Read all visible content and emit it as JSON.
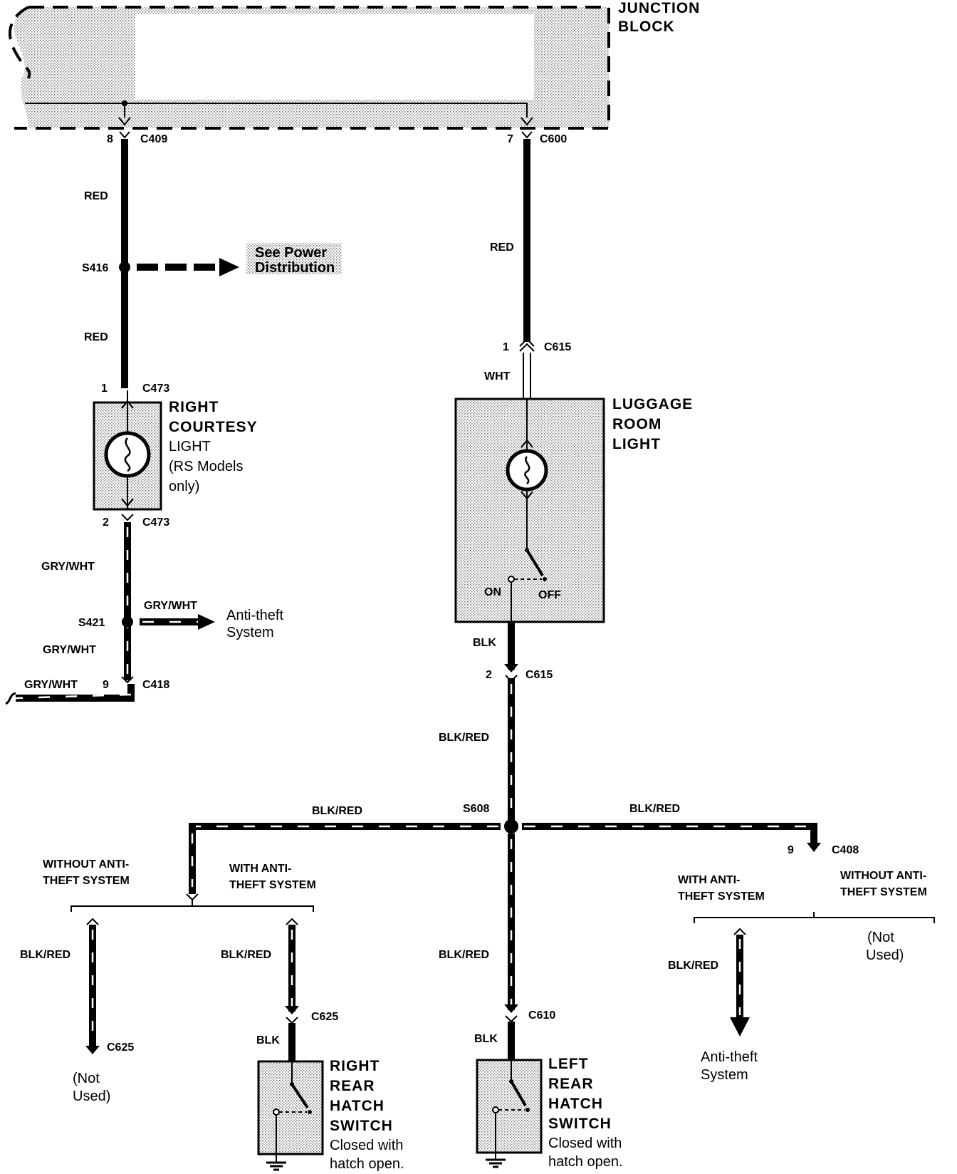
{
  "junction_block": {
    "label_line1": "JUNCTION",
    "label_line2": "BLOCK"
  },
  "left_branch": {
    "top_pin": "8",
    "top_connector": "C409",
    "wire_color_1": "RED",
    "splice": "S416",
    "power_ref_line1": "See Power",
    "power_ref_line2": "Distribution",
    "wire_color_2": "RED",
    "lamp_pin_top": "1",
    "lamp_conn_top": "C473",
    "lamp_pin_bottom": "2",
    "lamp_conn_bottom": "C473",
    "lamp_name": [
      "RIGHT",
      "COURTESY",
      "LIGHT",
      "(RS Models",
      "only)"
    ],
    "wire_color_3": "GRY/WHT",
    "splice_2": "S421",
    "branch_wire": "GRY/WHT",
    "branch_dest_line1": "Anti-theft",
    "branch_dest_line2": "System",
    "wire_color_4": "GRY/WHT",
    "exit_wire": "GRY/WHT",
    "exit_pin": "9",
    "exit_connector": "C418"
  },
  "right_branch": {
    "top_pin": "7",
    "top_connector": "C600",
    "wire_color_1": "RED",
    "pin_c615_top": "1",
    "conn_c615_top": "C615",
    "wire_white": "WHT",
    "light_name": [
      "LUGGAGE",
      "ROOM",
      "LIGHT"
    ],
    "switch_on": "ON",
    "switch_off": "OFF",
    "wire_blk": "BLK",
    "pin_c615_bottom": "2",
    "conn_c615_bottom": "C615",
    "wire_blk_red": "BLK/RED",
    "splice": "S608",
    "left_bus_wire": "BLK/RED",
    "right_bus_wire": "BLK/RED"
  },
  "bottom_left_group": {
    "opt_without": [
      "WITHOUT ANTI-",
      "THEFT SYSTEM"
    ],
    "opt_with": [
      "WITH ANTI-",
      "THEFT SYSTEM"
    ],
    "wire_a": "BLK/RED",
    "conn_a": "C625",
    "not_used_a": [
      "(Not",
      "Used)"
    ],
    "wire_b": "BLK/RED",
    "conn_b": "C625",
    "wire_b_blk": "BLK",
    "switch_name": [
      "RIGHT",
      "REAR",
      "HATCH",
      "SWITCH"
    ],
    "switch_note": [
      "Closed with",
      "hatch open."
    ]
  },
  "bottom_center": {
    "wire": "BLK/RED",
    "conn": "C610",
    "wire_blk": "BLK",
    "switch_name": [
      "LEFT",
      "REAR",
      "HATCH",
      "SWITCH"
    ],
    "switch_note": [
      "Closed with",
      "hatch open."
    ]
  },
  "bottom_right_group": {
    "pin": "9",
    "conn": "C408",
    "opt_with": [
      "WITH ANTI-",
      "THEFT SYSTEM"
    ],
    "opt_without": [
      "WITHOUT ANTI-",
      "THEFT SYSTEM"
    ],
    "not_used": [
      "(Not",
      "Used)"
    ],
    "wire": "BLK/RED",
    "dest": [
      "Anti-theft",
      "System"
    ]
  }
}
